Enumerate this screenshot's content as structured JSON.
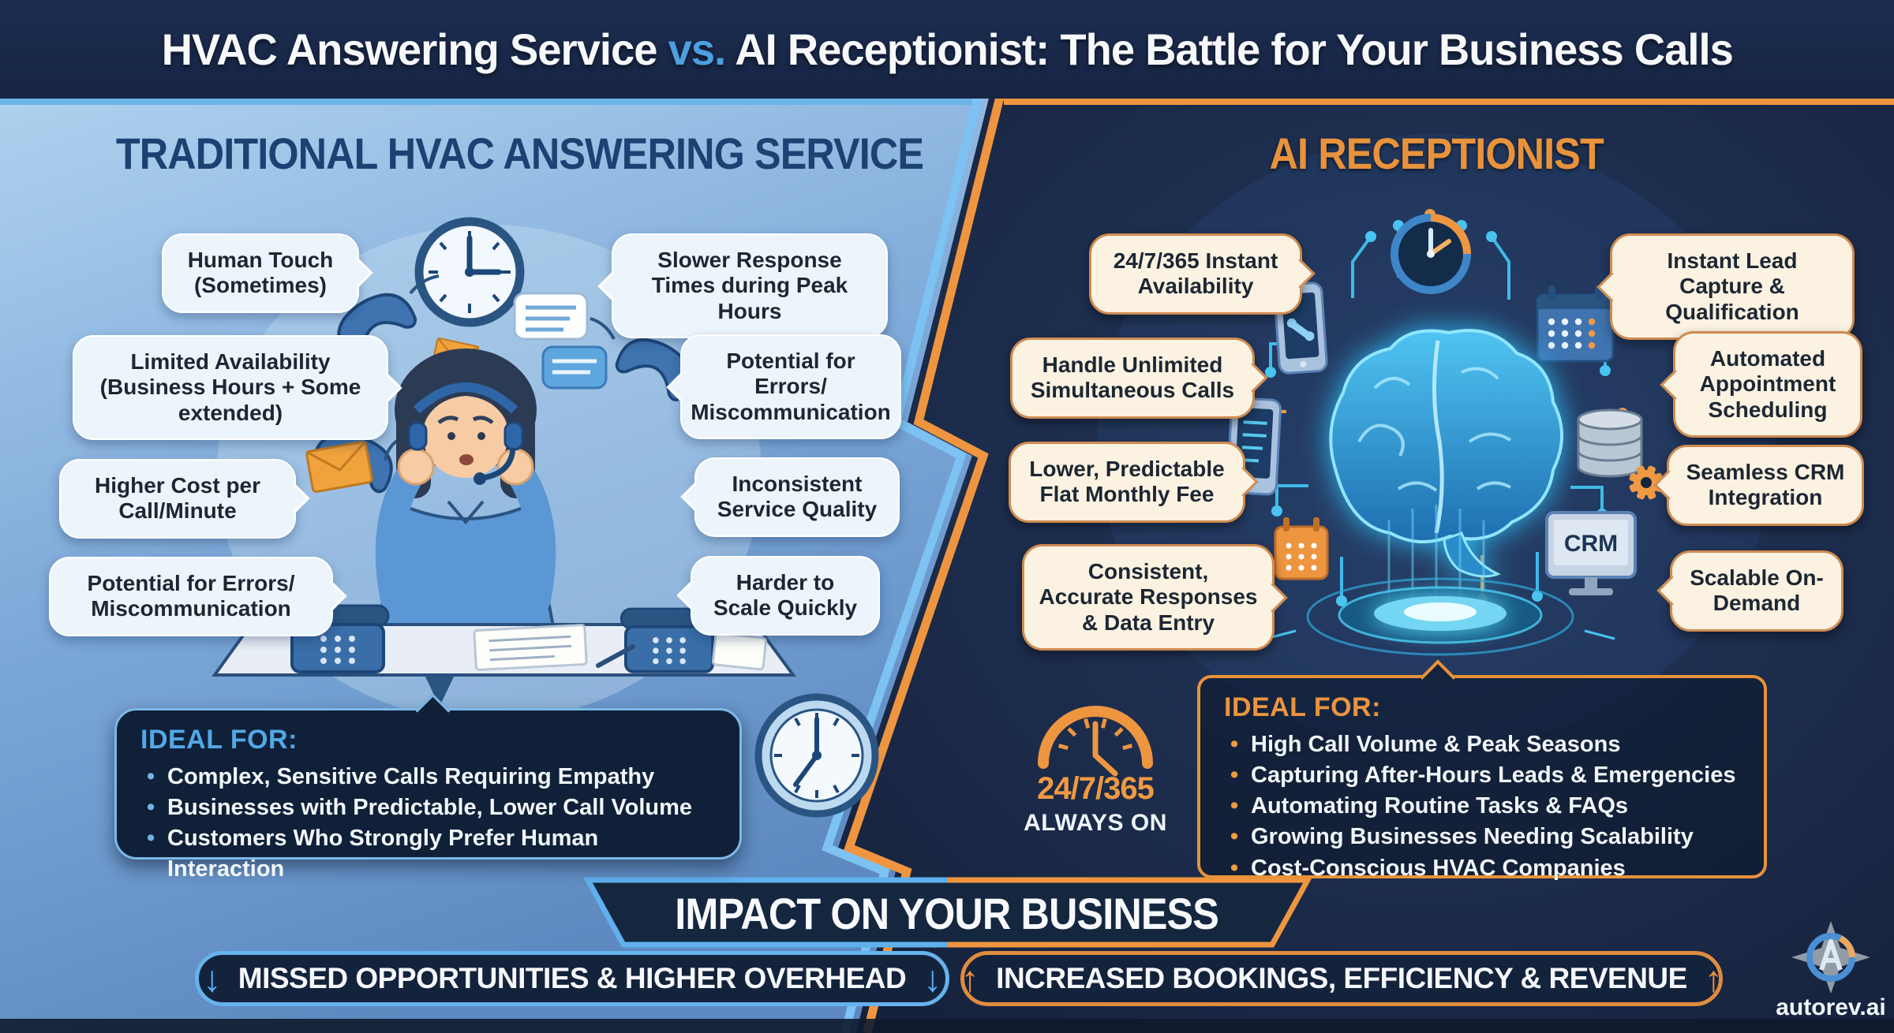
{
  "title": {
    "part1": "HVAC Answering Service ",
    "vs": "vs.",
    "part2": " AI Receptionist: The Battle for Your Business Calls"
  },
  "left_panel": {
    "heading": "TRADITIONAL HVAC ANSWERING SERVICE",
    "bubbles": [
      "Human Touch (Sometimes)",
      "Limited Availability (Business Hours + Some extended)",
      "Higher Cost per Call/Minute",
      "Potential for Errors/ Miscommunication",
      "Slower Response Times during Peak Hours",
      "Potential for Errors/ Miscommunication",
      "Inconsistent Service Quality",
      "Harder to Scale Quickly"
    ],
    "ideal_for": {
      "label": "IDEAL FOR:",
      "items": [
        "Complex, Sensitive Calls Requiring Empathy",
        "Businesses with Predictable, Lower Call Volume",
        "Customers Who Strongly Prefer Human Interaction"
      ]
    }
  },
  "right_panel": {
    "heading": "AI RECEPTIONIST",
    "bubbles": [
      "24/7/365 Instant Availability",
      "Handle Unlimited Simultaneous Calls",
      "Lower, Predictable Flat Monthly Fee",
      "Consistent, Accurate Responses & Data Entry",
      "Instant Lead Capture & Qualification",
      "Automated Appointment Scheduling",
      "Seamless CRM Integration",
      "Scalable On-Demand"
    ],
    "crm_label": "CRM",
    "badge": {
      "line1": "24/7/365",
      "line2": "ALWAYS ON"
    },
    "ideal_for": {
      "label": "IDEAL FOR:",
      "items": [
        "High Call Volume & Peak Seasons",
        "Capturing After-Hours Leads & Emergencies",
        "Automating Routine Tasks & FAQs",
        "Growing Businesses Needing Scalability",
        "Cost-Conscious HVAC Companies"
      ]
    }
  },
  "footer": {
    "banner": "IMPACT ON YOUR BUSINESS",
    "left_bar": "MISSED OPPORTUNITIES & HIGHER OVERHEAD",
    "right_bar": "INCREASED BOOKINGS, EFFICIENCY & REVENUE",
    "down_arrow": "↓",
    "up_arrow": "↑",
    "brand": "autorev.ai"
  },
  "colors": {
    "accent_blue": "#4d9fdf",
    "accent_orange": "#e8923a",
    "left_heading": "#1c4273",
    "light_bubble_bg": "#edf5fc",
    "cream_bubble_bg": "#fbf2e2",
    "cream_bubble_border": "#cf8b50",
    "dark_navy": "#16243f",
    "pill_blue_border": "#66b2ec",
    "pill_orange_border": "#e08c3e"
  },
  "icons": {
    "left": [
      "wall-clock-icon",
      "phone-handset-icon",
      "envelope-icon",
      "chat-bubble-icon",
      "desk-phone-icon",
      "analog-clock-icon"
    ],
    "right": [
      "ai-brain-icon",
      "dual-tone-clock-icon",
      "smartphone-icon",
      "calendar-icon",
      "database-icon",
      "gear-icon",
      "crm-monitor-icon",
      "hologram-platform-icon",
      "always-on-clock-icon"
    ],
    "brand": "autorev-compass-logo"
  }
}
